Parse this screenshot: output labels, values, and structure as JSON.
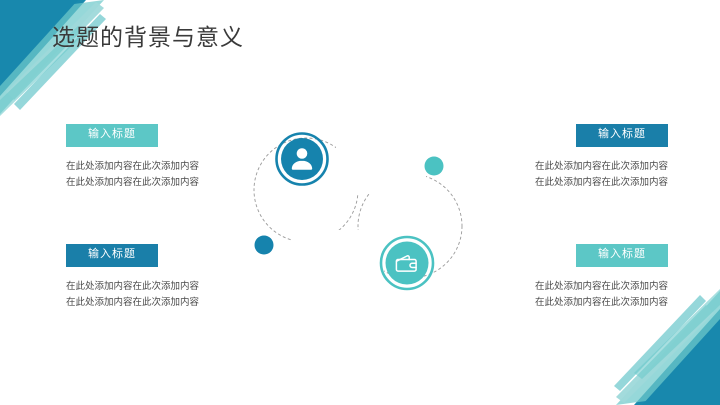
{
  "slide": {
    "title": "选题的背景与意义",
    "background_color": "#ffffff",
    "title_color": "#3a3a3a"
  },
  "theme": {
    "teal": "#5cc7c6",
    "blue": "#1a7fa9",
    "icon_blue": "#1683ad",
    "icon_teal": "#4bc2c2",
    "dot_blue": "#1683ad",
    "dot_teal": "#4bc2c2",
    "curve_stroke": "#8c8c8c",
    "body_text_color": "#4a4a4a",
    "corner_dark": "#1a8aae",
    "corner_light": "#6ec9cb"
  },
  "decorations": {
    "top_left": "diagonal-stripes-corner",
    "bottom_right": "diagonal-stripes-corner"
  },
  "blocks": [
    {
      "id": "top-left",
      "label": "输入标题",
      "label_style": "teal",
      "lines": [
        "在此处添加内容在此次添加内容",
        "在此处添加内容在此次添加内容"
      ]
    },
    {
      "id": "top-right",
      "label": "输入标题",
      "label_style": "blue",
      "lines": [
        "在此处添加内容在此次添加内容",
        "在此处添加内容在此次添加内容"
      ]
    },
    {
      "id": "bottom-left",
      "label": "输入标题",
      "label_style": "blue",
      "lines": [
        "在此处添加内容在此次添加内容",
        "在此处添加内容在此次添加内容"
      ]
    },
    {
      "id": "bottom-right",
      "label": "输入标题",
      "label_style": "teal",
      "lines": [
        "在此处添加内容在此次添加内容",
        "在此处添加内容在此次添加内容"
      ]
    }
  ],
  "diagram": {
    "type": "s-curve",
    "nodes": [
      {
        "id": "person",
        "icon": "user-icon",
        "color": "#1683ad",
        "ring": true
      },
      {
        "id": "wallet",
        "icon": "wallet-icon",
        "color": "#4bc2c2",
        "ring": true
      },
      {
        "id": "dot-left",
        "icon": "dot",
        "color": "#1683ad",
        "ring": false
      },
      {
        "id": "dot-right",
        "icon": "dot",
        "color": "#4bc2c2",
        "ring": false
      }
    ]
  }
}
